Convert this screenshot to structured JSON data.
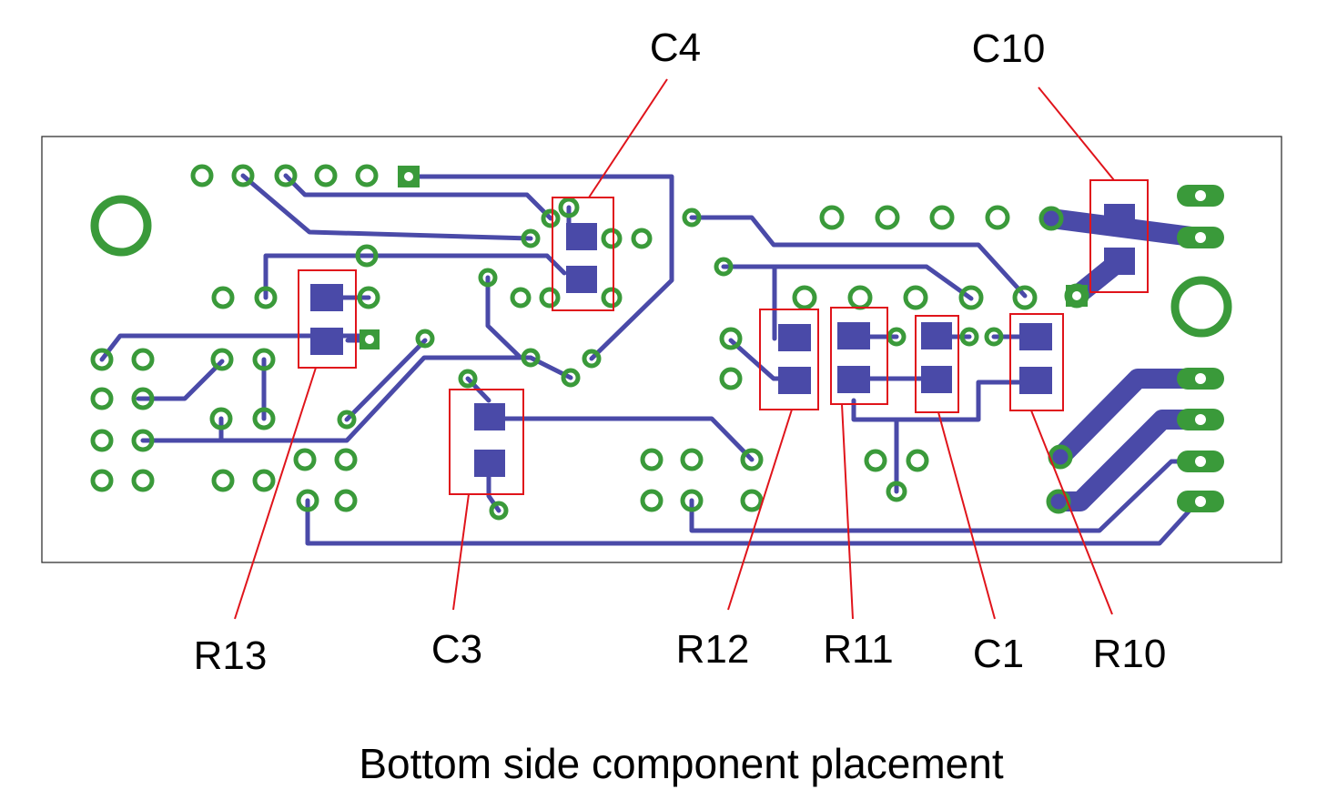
{
  "colors": {
    "trace": "#4a4aa8",
    "pad": "#3a9a3a",
    "marker": "#e0141b",
    "outline": "#333333",
    "text": "#000000"
  },
  "components": [
    {
      "id": "C4",
      "label": "C4"
    },
    {
      "id": "C10",
      "label": "C10"
    },
    {
      "id": "R13",
      "label": "R13"
    },
    {
      "id": "C3",
      "label": "C3"
    },
    {
      "id": "R12",
      "label": "R12"
    },
    {
      "id": "R11",
      "label": "R11"
    },
    {
      "id": "C1",
      "label": "C1"
    },
    {
      "id": "R10",
      "label": "R10"
    }
  ],
  "caption": "Bottom side component placement"
}
